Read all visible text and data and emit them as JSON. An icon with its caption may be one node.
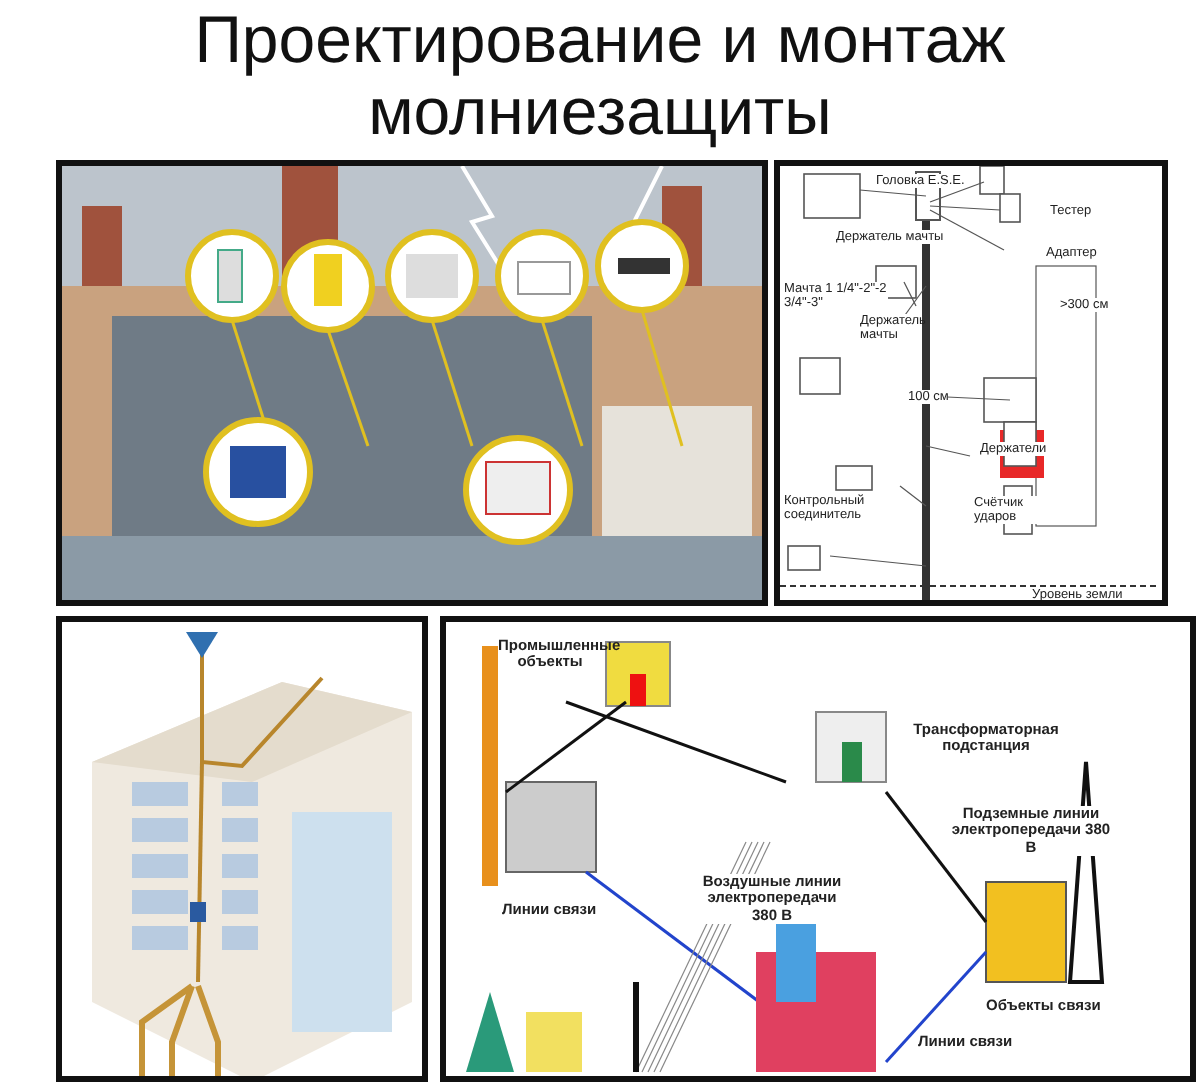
{
  "diagram": {
    "title": "Проектирование и монтаж молниезащиты",
    "labels": [
      "Головка E.S.E.",
      "Тестер",
      "Держатель мачты",
      "Адаптер",
      "Мачта 1 1/4\"-2\"-2 3/4\"-3\"",
      "Держатель мачты",
      ">300 см",
      "100 см",
      "Держатели",
      "Контрольный соединитель",
      "Счётчик ударов",
      "Уровень земли",
      "Промышленные объекты",
      "Трансформаторная подстанция",
      "Подземные линии электропередачи 380 В",
      "Линии связи",
      "Воздушные линии электропередачи 380 В",
      "Объекты связи",
      "Линии связи"
    ]
  }
}
